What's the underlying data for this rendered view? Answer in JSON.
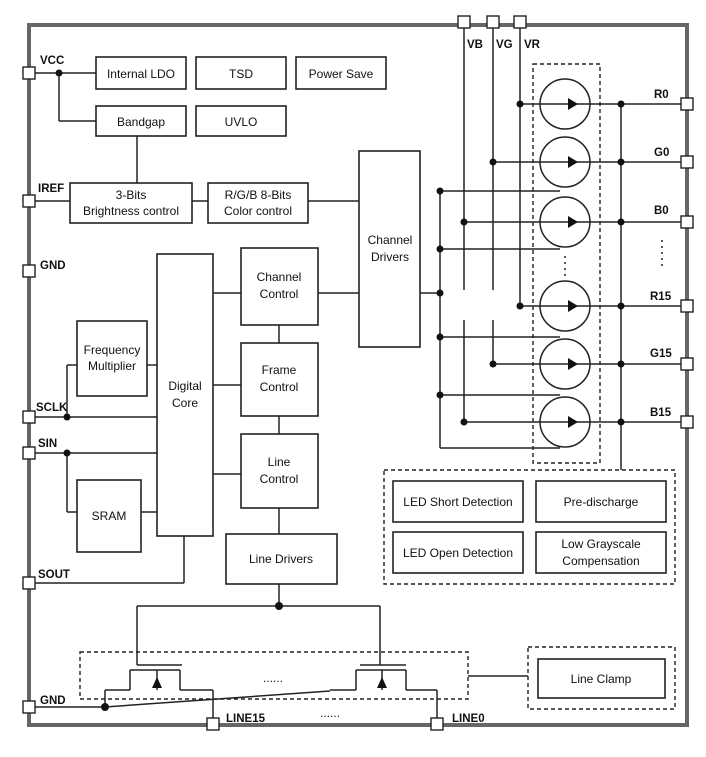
{
  "blocks": {
    "internal_ldo": "Internal LDO",
    "tsd": "TSD",
    "power_save": "Power Save",
    "bandgap": "Bandgap",
    "uvlo": "UVLO",
    "brightness": [
      "3-Bits",
      "Brightness control"
    ],
    "color_control": [
      "R/G/B 8-Bits",
      "Color control"
    ],
    "channel_drivers": [
      "Channel",
      "Drivers"
    ],
    "frequency_multiplier": [
      "Frequency",
      "Multiplier"
    ],
    "digital_core": [
      "Digital",
      "Core"
    ],
    "channel_control": [
      "Channel",
      "Control"
    ],
    "frame_control": [
      "Frame",
      "Control"
    ],
    "line_control": [
      "Line",
      "Control"
    ],
    "sram": "SRAM",
    "line_drivers": "Line Drivers",
    "led_short": "LED Short Detection",
    "pre_discharge": "Pre-discharge",
    "led_open": "LED Open Detection",
    "low_grayscale": [
      "Low Grayscale",
      "Compensation"
    ],
    "line_clamp": "Line Clamp"
  },
  "pins": {
    "vcc": "VCC",
    "iref": "IREF",
    "gnd_top": "GND",
    "sclk": "SCLK",
    "sin": "SIN",
    "sout": "SOUT",
    "gnd_bottom": "GND",
    "line15": "LINE15",
    "line0": "LINE0",
    "vb": "VB",
    "vg": "VG",
    "vr": "VR",
    "r0": "R0",
    "g0": "G0",
    "b0": "B0",
    "r15": "R15",
    "g15": "G15",
    "b15": "B15"
  },
  "ellipsis": "......"
}
